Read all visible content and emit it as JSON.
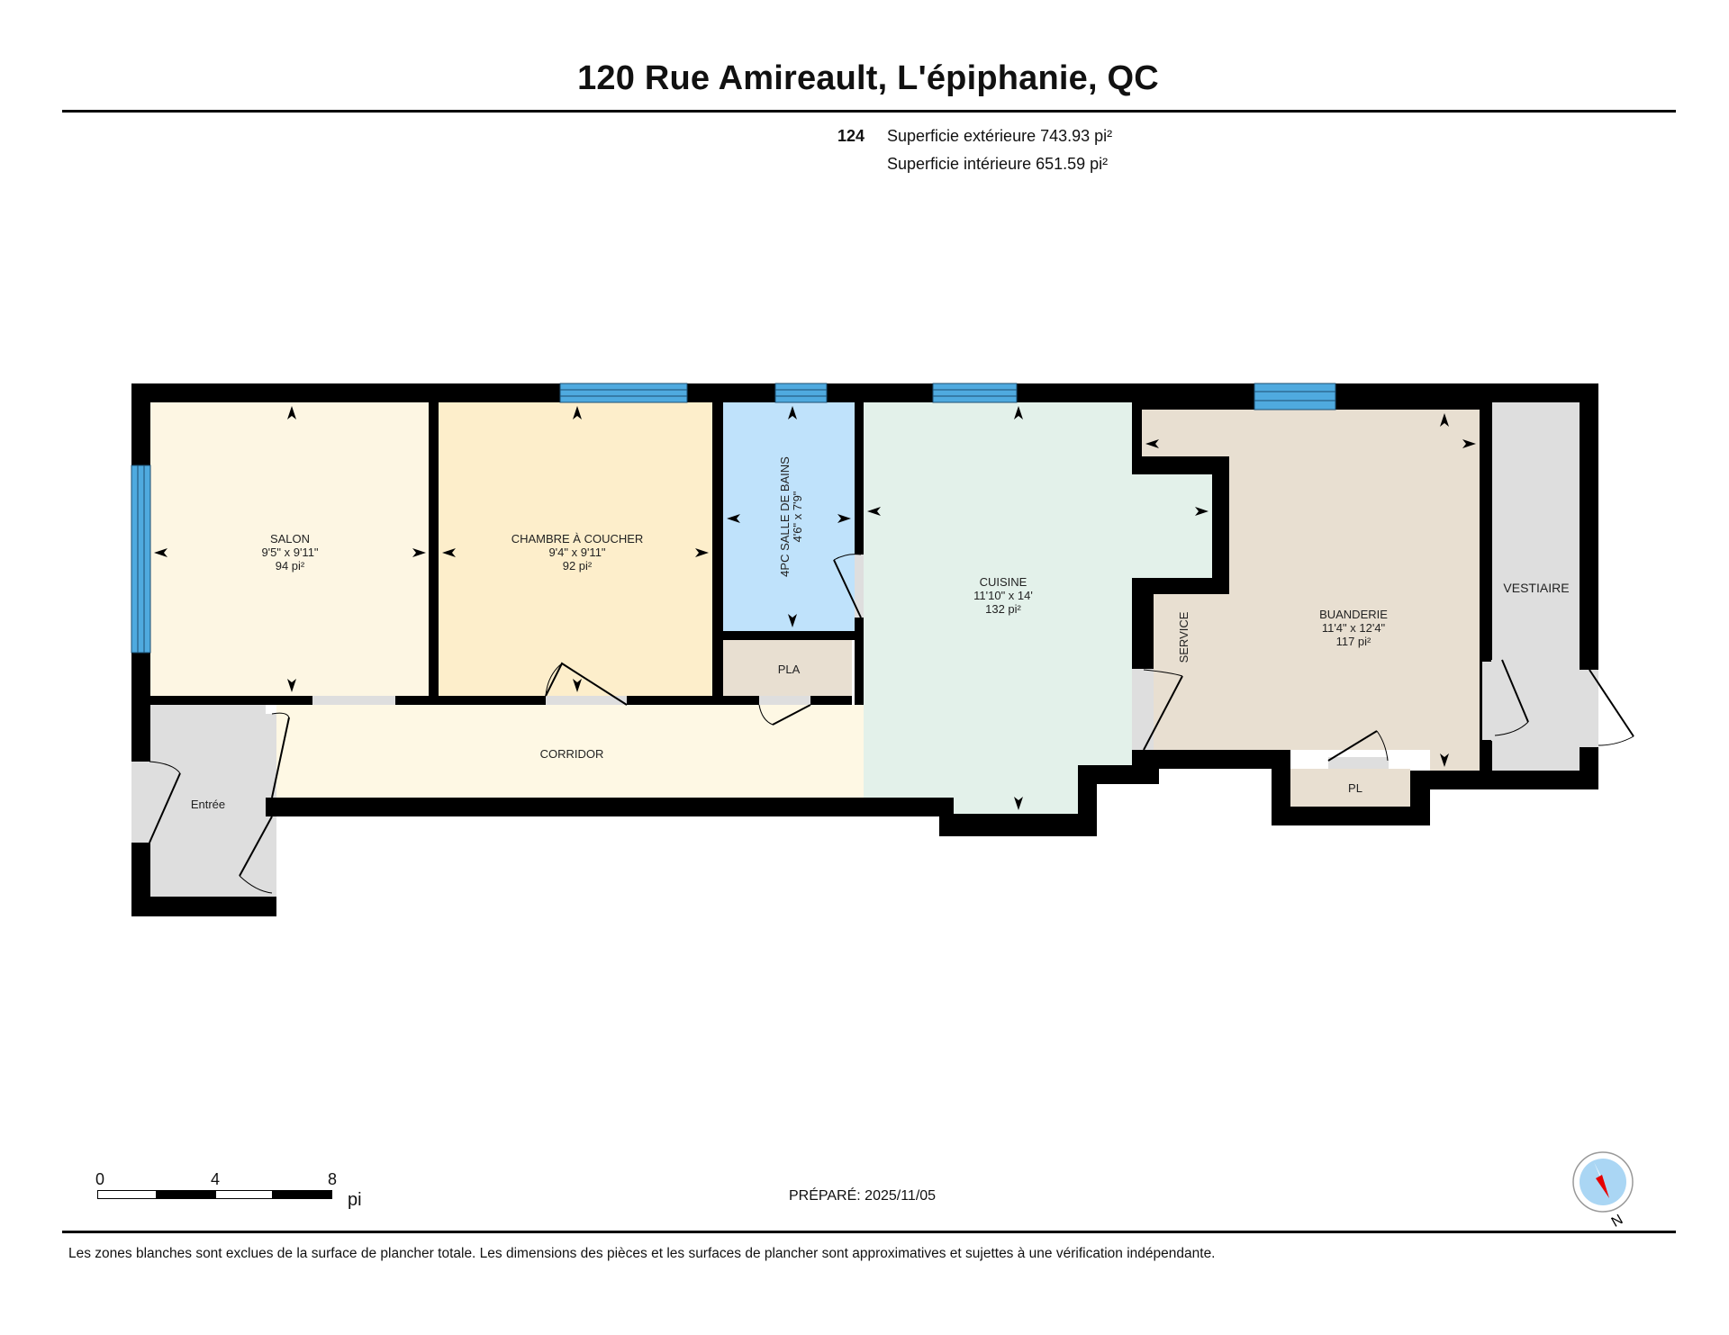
{
  "header": {
    "title": "120 Rue Amireault, L'épiphanie, QC",
    "floor_number": "124",
    "exterior_area": "Superficie extérieure 743.93 pi²",
    "interior_area": "Superficie intérieure 651.59 pi²"
  },
  "colors": {
    "wall": "#000000",
    "window": "#4faadf",
    "salon": "#fdf6e3",
    "chambre": "#fdeecb",
    "salle_de_bains": "#bfe2fb",
    "cuisine": "#e3f1ea",
    "buanderie": "#e8dfd1",
    "closet": "#e8dfd1",
    "grey_zone": "#dedede",
    "corridor": "#fef8e4",
    "compass_face": "#aad6f4",
    "compass_needle": "#e60000"
  },
  "rooms": {
    "salon": {
      "name": "SALON",
      "dims": "9'5\" x 9'11\"",
      "area": "94 pi²"
    },
    "chambre": {
      "name": "CHAMBRE À COUCHER",
      "dims": "9'4\" x 9'11\"",
      "area": "92 pi²"
    },
    "salle_de_bains": {
      "name": "4PC SALLE DE BAINS",
      "dims": "4'6\" x 7'9\""
    },
    "pla": {
      "name": "PLA"
    },
    "cuisine": {
      "name": "CUISINE",
      "dims": "11'10\" x 14'",
      "area": "132 pi²"
    },
    "service": {
      "name": "SERVICE"
    },
    "buanderie": {
      "name": "BUANDERIE",
      "dims": "11'4\" x 12'4\"",
      "area": "117 pi²"
    },
    "vestiaire": {
      "name": "VESTIAIRE"
    },
    "pl": {
      "name": "PL"
    },
    "corridor": {
      "name": "CORRIDOR"
    },
    "entree": {
      "name": "Entrée"
    }
  },
  "scale_bar": {
    "labels": [
      "0",
      "4",
      "8"
    ],
    "unit": "pi"
  },
  "prepared": "PRÉPARÉ: 2025/11/05",
  "compass": {
    "label": "N"
  },
  "footer": {
    "disclaimer": "Les zones blanches sont exclues de la surface de plancher totale. Les dimensions des pièces et les surfaces de plancher sont approximatives et sujettes à une vérification indépendante."
  }
}
